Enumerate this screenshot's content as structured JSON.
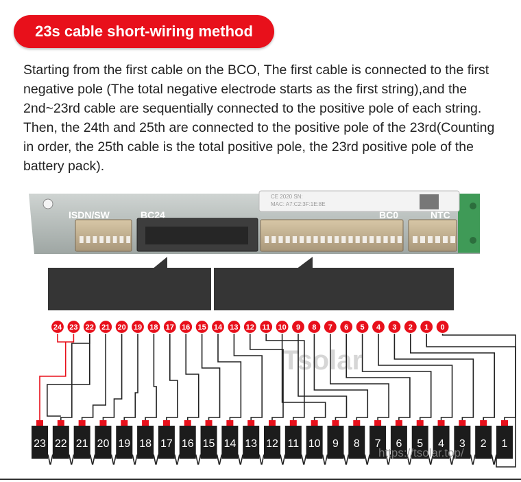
{
  "title": "23s cable short-wiring method",
  "description": "Starting from the first cable on the BCO, The first cable is connected to the first negative pole (The total negative electrode starts as the first string),and the 2nd~23rd cable are sequentially connected to the positive pole of each string. Then, the 24th and 25th are connected to the positive pole of the 23rd(Counting in order, the 25th cable is the total positive pole, the 23rd positive pole of the battery pack).",
  "board": {
    "labels": [
      "ISDN/SW",
      "BC24",
      "BC0",
      "NTC"
    ],
    "chip_lines": [
      "CE 2020 SN:",
      "MAC: A7:C2:3F:1E:8E"
    ]
  },
  "pins": [
    "24",
    "23",
    "22",
    "21",
    "20",
    "19",
    "18",
    "17",
    "16",
    "15",
    "14",
    "13",
    "12",
    "11",
    "10",
    "9",
    "8",
    "7",
    "6",
    "5",
    "4",
    "3",
    "2",
    "1",
    "0"
  ],
  "cells": [
    "23",
    "22",
    "21",
    "20",
    "19",
    "18",
    "17",
    "16",
    "15",
    "14",
    "13",
    "12",
    "11",
    "10",
    "9",
    "8",
    "7",
    "6",
    "5",
    "4",
    "3",
    "2",
    "1"
  ],
  "watermark": "Tsolar",
  "url_watermark": "https://tsolar.top/",
  "colors": {
    "accent": "#e8101b",
    "wire": "#222222",
    "link": "#e8101b"
  }
}
